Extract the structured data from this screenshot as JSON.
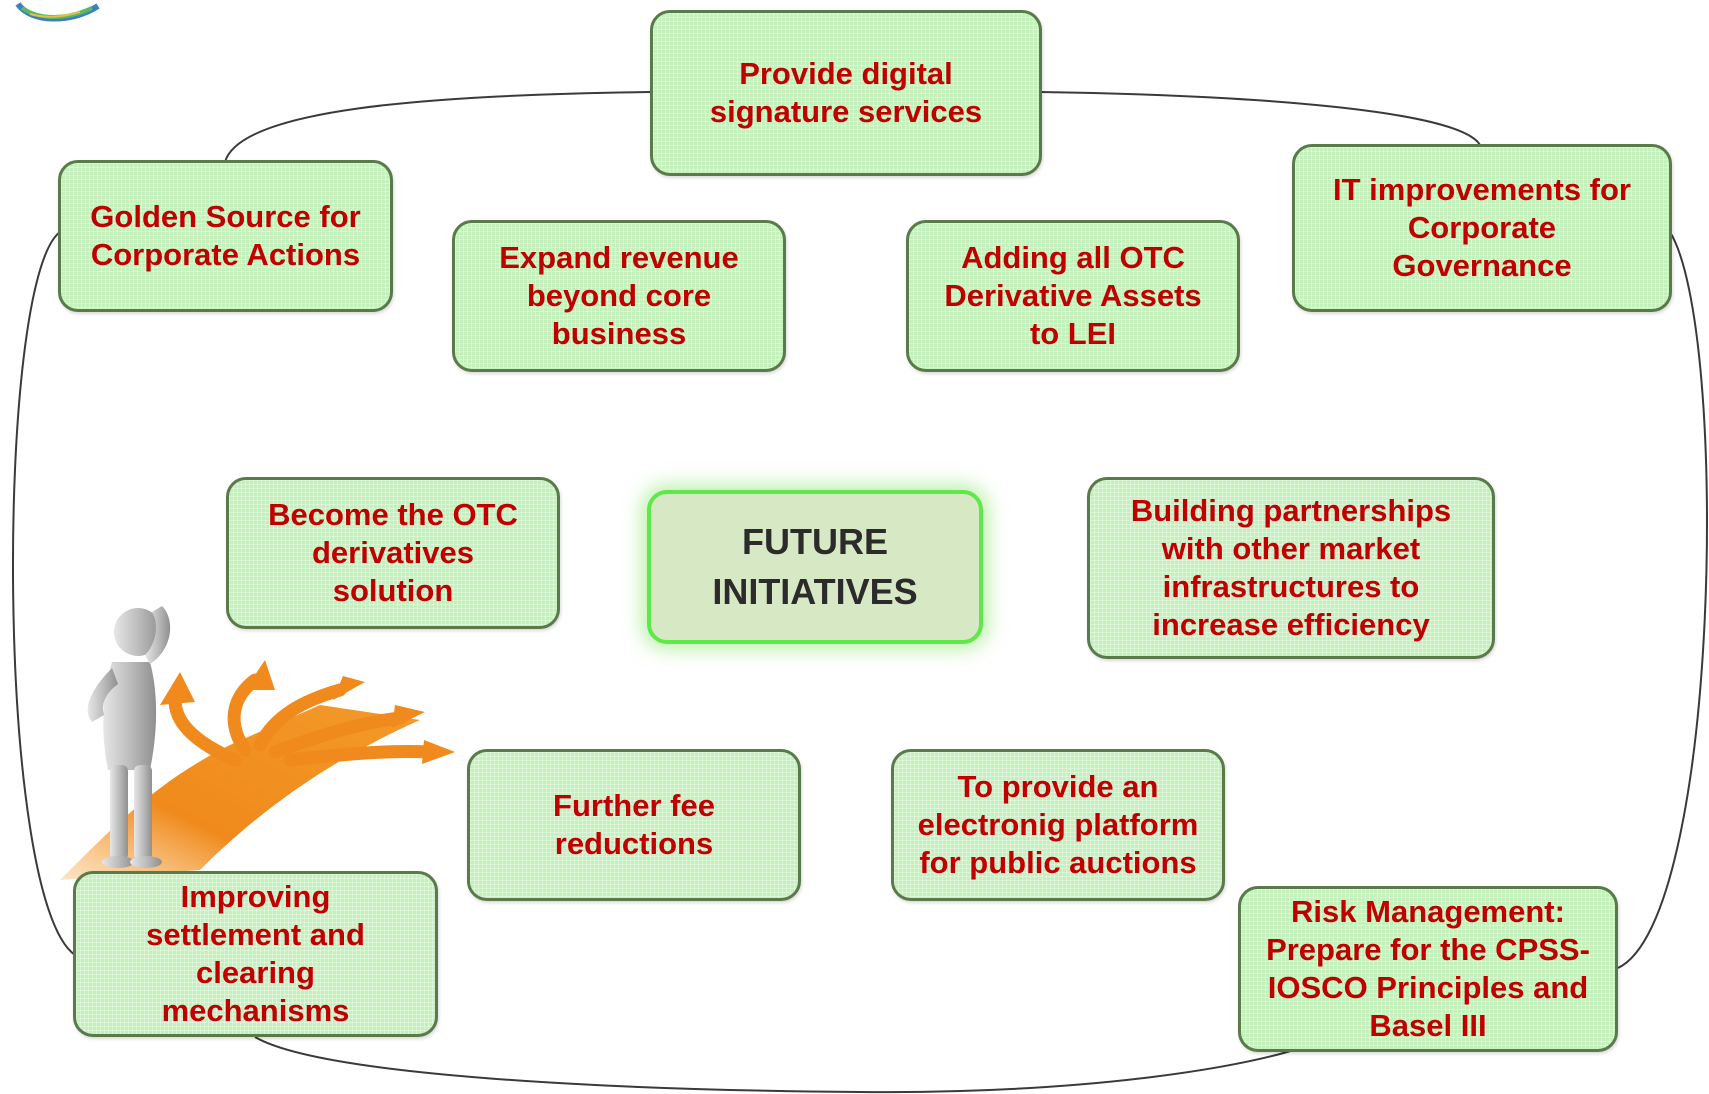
{
  "diagram": {
    "center": {
      "label": "FUTURE\nINITIATIVES"
    },
    "initiatives": [
      {
        "id": "digital-signature",
        "label": "Provide digital\nsignature services"
      },
      {
        "id": "golden-source",
        "label": "Golden Source for\nCorporate Actions"
      },
      {
        "id": "expand-revenue",
        "label": "Expand revenue\nbeyond core\nbusiness"
      },
      {
        "id": "otc-lei",
        "label": "Adding all OTC\nDerivative Assets\nto LEI"
      },
      {
        "id": "it-governance",
        "label": "IT improvements for\nCorporate\nGovernance"
      },
      {
        "id": "otc-solution",
        "label": "Become the OTC\nderivatives\nsolution"
      },
      {
        "id": "partnerships",
        "label": "Building partnerships\nwith other market\ninfrastructures to\nincrease efficiency"
      },
      {
        "id": "fee-reductions",
        "label": "Further fee\nreductions"
      },
      {
        "id": "public-auctions",
        "label": "To provide an\nelectronig platform\nfor public auctions"
      },
      {
        "id": "settlement",
        "label": "Improving\nsettlement and\nclearing\nmechanisms"
      },
      {
        "id": "risk-management",
        "label": "Risk Management:\nPrepare for the CPSS-\nIOSCO Principles and\nBasel III"
      }
    ]
  },
  "colors": {
    "box_fill": "#c3f0bb",
    "box_border": "#5a7a4a",
    "box_text": "#c00000",
    "center_border": "#5ee84a",
    "center_fill": "#d6e8c4",
    "center_text": "#2b2b2b",
    "arrow_orange": "#f08a1c"
  },
  "illustration": {
    "icon": "person-at-crossroads-arrows-icon"
  }
}
